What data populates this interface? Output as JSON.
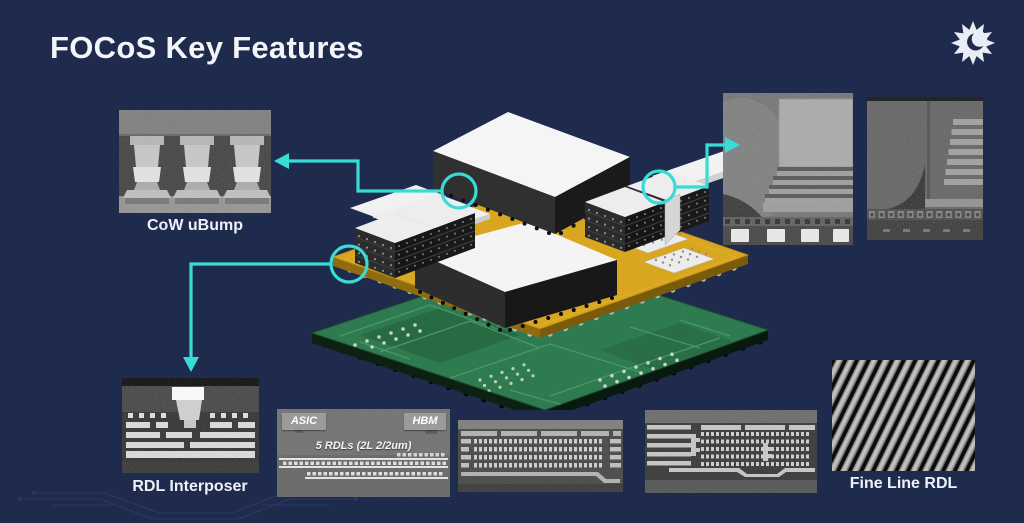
{
  "slide": {
    "title": "FOCoS Key Features"
  },
  "colors": {
    "background": "#1f2b4d",
    "accent_cyan": "#38dcd6",
    "title_text": "#f3f5fa",
    "substrate_gold": "#d9a620",
    "pcb_green": "#2e7b4f"
  },
  "logo": {
    "icon": "sun-face-logo"
  },
  "callouts": {
    "cow_ubump": {
      "label": "CoW uBump"
    },
    "rdl_interposer": {
      "label": "RDL Interposer"
    },
    "fine_line_rdl": {
      "label": "Fine Line RDL"
    }
  },
  "cross_section_labels": {
    "asic": "ASIC",
    "hbm": "HBM",
    "rdl_note": "5 RDLs (2L 2/2um)"
  }
}
